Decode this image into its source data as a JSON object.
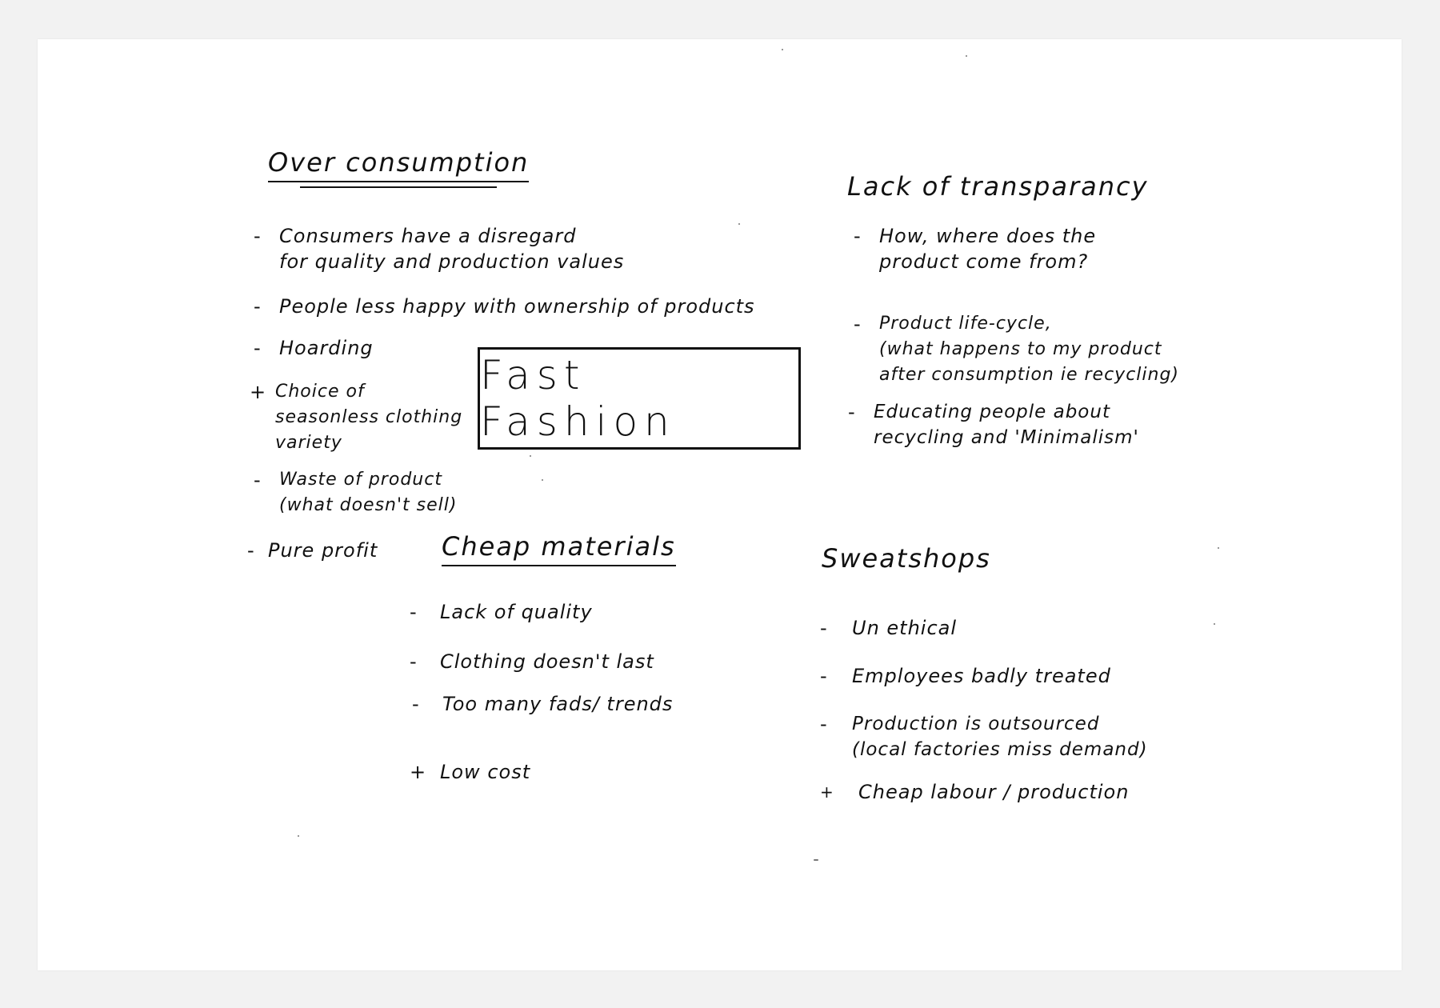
{
  "title": "Fast Fashion",
  "sections": {
    "over_consumption": {
      "heading": "Over consumption",
      "items": [
        {
          "marker": "-",
          "text": "Consumers have a disregard\nfor quality and production values"
        },
        {
          "marker": "-",
          "text": "People less happy with ownership of products"
        },
        {
          "marker": "-",
          "text": "Hoarding"
        },
        {
          "marker": "+",
          "text": "Choice of\nseasonless clothing\nvariety"
        },
        {
          "marker": "-",
          "text": "Waste of product\n(what doesn't sell)"
        },
        {
          "marker": "-",
          "text": "Pure profit"
        }
      ]
    },
    "lack_of_transparency": {
      "heading": "Lack of transparancy",
      "items": [
        {
          "marker": "-",
          "text": "How, where does the\nproduct come from?"
        },
        {
          "marker": "-",
          "text": "Product life-cycle,\n(what happens to my product\nafter consumption ie recycling)"
        },
        {
          "marker": "-",
          "text": "Educating people about\nrecycling and 'Minimalism'"
        }
      ]
    },
    "cheap_materials": {
      "heading": "Cheap materials",
      "items": [
        {
          "marker": "-",
          "text": "Lack of quality"
        },
        {
          "marker": "-",
          "text": "Clothing doesn't last"
        },
        {
          "marker": "-",
          "text": "Too many fads/ trends"
        },
        {
          "marker": "+",
          "text": "Low cost"
        }
      ]
    },
    "sweatshops": {
      "heading": "Sweatshops",
      "items": [
        {
          "marker": "-",
          "text": "Un ethical"
        },
        {
          "marker": "-",
          "text": "Employees badly treated"
        },
        {
          "marker": "-",
          "text": "Production is outsourced\n(local factories miss demand)"
        },
        {
          "marker": "+",
          "text": "Cheap labour / production"
        }
      ]
    }
  }
}
